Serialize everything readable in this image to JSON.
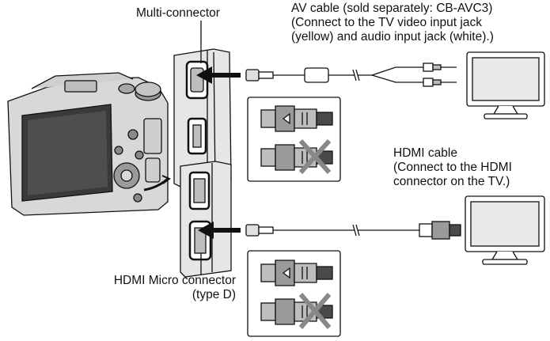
{
  "labels": {
    "multi_connector": "Multi-connector",
    "av_cable": [
      "AV cable (sold separately: CB-AVC3)",
      "(Connect to the TV video input jack",
      "(yellow) and audio input jack (white).)"
    ],
    "hdmi_cable": [
      "HDMI cable",
      "(Connect to the HDMI",
      "connector on the TV.)"
    ],
    "hdmi_micro_connector": [
      "HDMI Micro connector",
      "(type D)"
    ]
  },
  "colors": {
    "line": "#111111",
    "plug_gray": "#9a9a9a",
    "plug_dark": "#4a4a4a",
    "camera_body": "#d8d8d8",
    "camera_dark": "#3a3a3a",
    "panel_gray": "#bdbdbd"
  },
  "icons": {
    "correct_plug": "plug-correct-icon",
    "wrong_plug": "plug-wrong-x-icon",
    "insert_arrow": "arrow-left-icon",
    "tv": "tv-monitor-icon",
    "camera": "camera-back-icon"
  }
}
